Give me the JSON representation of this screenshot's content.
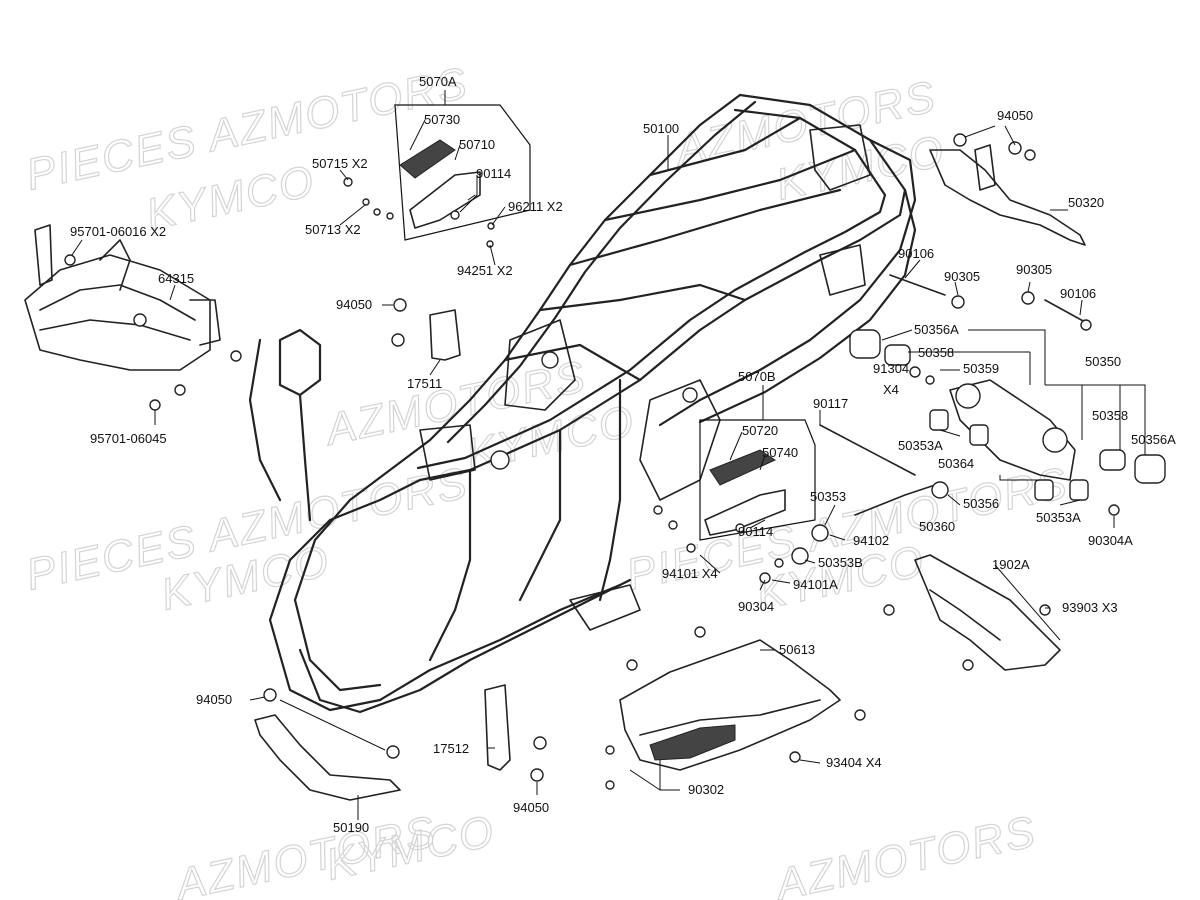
{
  "watermarks": [
    {
      "text": "PIECES AZMOTORS"
    },
    {
      "text": "KYMCO"
    },
    {
      "text": "AZMOTORS"
    },
    {
      "text": "KYMCO"
    },
    {
      "text": "PIECES AZMOTORS"
    },
    {
      "text": "KYMCO"
    },
    {
      "text": "AZMOTORS"
    },
    {
      "text": "KYMCO"
    },
    {
      "text": "PIECES AZMOTORS"
    },
    {
      "text": "KYMCO"
    },
    {
      "text": "AZMOTORS"
    },
    {
      "text": "KYMCO"
    },
    {
      "text": "AZMOTORS"
    }
  ],
  "labels": [
    {
      "id": "5070A",
      "text": "5070A"
    },
    {
      "id": "50730",
      "text": "50730"
    },
    {
      "id": "50710",
      "text": "50710"
    },
    {
      "id": "90114a",
      "text": "90114"
    },
    {
      "id": "50715",
      "text": "50715 X2"
    },
    {
      "id": "50713",
      "text": "50713 X2"
    },
    {
      "id": "96211",
      "text": "96211 X2"
    },
    {
      "id": "94251",
      "text": "94251 X2"
    },
    {
      "id": "50100",
      "text": "50100"
    },
    {
      "id": "94050a",
      "text": "94050"
    },
    {
      "id": "50320",
      "text": "50320"
    },
    {
      "id": "95701_06016",
      "text": "95701-06016 X2"
    },
    {
      "id": "64315",
      "text": "64315"
    },
    {
      "id": "94050b",
      "text": "94050"
    },
    {
      "id": "17511",
      "text": "17511"
    },
    {
      "id": "95701_06045",
      "text": "95701-06045"
    },
    {
      "id": "90106a",
      "text": "90106"
    },
    {
      "id": "90305a",
      "text": "90305"
    },
    {
      "id": "90305b",
      "text": "90305"
    },
    {
      "id": "90106b",
      "text": "90106"
    },
    {
      "id": "50356Aa",
      "text": "50356A"
    },
    {
      "id": "50358a",
      "text": "50358"
    },
    {
      "id": "50359",
      "text": "50359"
    },
    {
      "id": "91304",
      "text": "91304"
    },
    {
      "id": "x4a",
      "text": "X4"
    },
    {
      "id": "50350",
      "text": "50350"
    },
    {
      "id": "50358b",
      "text": "50358"
    },
    {
      "id": "50356Ab",
      "text": "50356A"
    },
    {
      "id": "5070B",
      "text": "5070B"
    },
    {
      "id": "90117",
      "text": "90117"
    },
    {
      "id": "50720",
      "text": "50720"
    },
    {
      "id": "50740",
      "text": "50740"
    },
    {
      "id": "90114b",
      "text": "90114"
    },
    {
      "id": "50353Aa",
      "text": "50353A"
    },
    {
      "id": "50364",
      "text": "50364"
    },
    {
      "id": "50353",
      "text": "50353"
    },
    {
      "id": "50356",
      "text": "50356"
    },
    {
      "id": "50353Ab",
      "text": "50353A"
    },
    {
      "id": "94102",
      "text": "94102"
    },
    {
      "id": "50360",
      "text": "50360"
    },
    {
      "id": "90304A",
      "text": "90304A"
    },
    {
      "id": "50353B",
      "text": "50353B"
    },
    {
      "id": "94101",
      "text": "94101 X4"
    },
    {
      "id": "94101A",
      "text": "94101A"
    },
    {
      "id": "90304",
      "text": "90304"
    },
    {
      "id": "1902A",
      "text": "1902A"
    },
    {
      "id": "93903",
      "text": "93903   X3"
    },
    {
      "id": "50613",
      "text": "50613"
    },
    {
      "id": "94050c",
      "text": "94050"
    },
    {
      "id": "93404",
      "text": "93404  X4"
    },
    {
      "id": "17512",
      "text": "17512"
    },
    {
      "id": "90302",
      "text": "90302"
    },
    {
      "id": "94050d",
      "text": "94050"
    },
    {
      "id": "50190",
      "text": "50190"
    }
  ]
}
